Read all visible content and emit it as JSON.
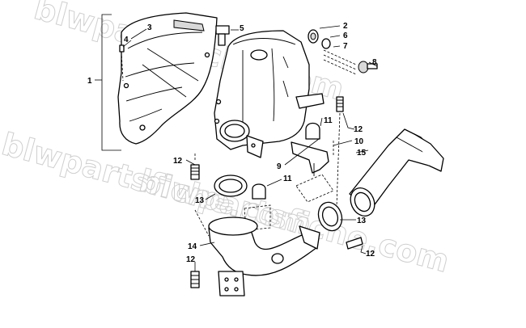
{
  "watermark": {
    "line1": "blwpartsfiche.com",
    "line2": "blwpartsfiche.com",
    "line3": "blwpartsfiche.com"
  },
  "callouts": {
    "c1": "1",
    "c2": "2",
    "c3": "3",
    "c4": "4",
    "c5": "5",
    "c6": "6",
    "c7": "7",
    "c8": "8",
    "c9": "9",
    "c10": "10",
    "c11a": "11",
    "c11b": "11",
    "c12a": "12",
    "c12b": "12",
    "c12c": "12",
    "c12d": "12",
    "c13a": "13",
    "c13b": "13",
    "c14": "14",
    "c15": "15"
  }
}
